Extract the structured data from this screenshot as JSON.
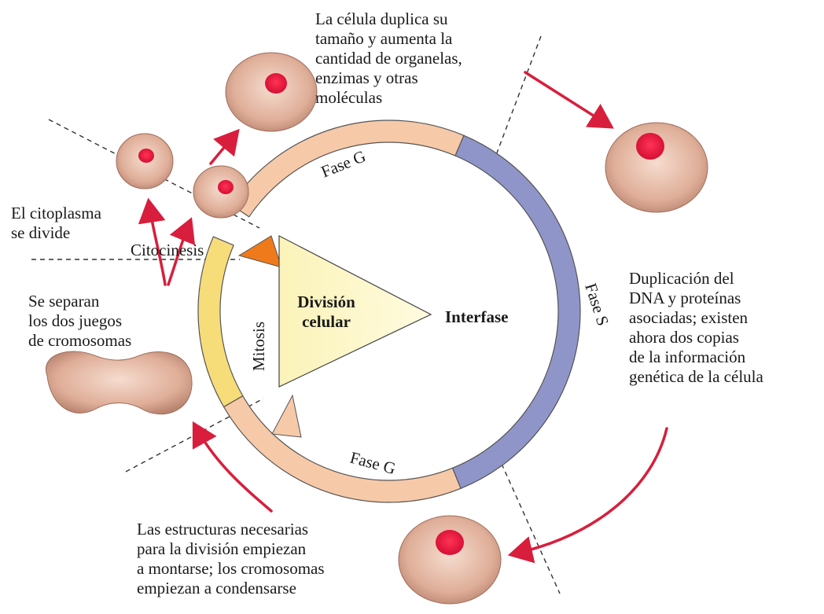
{
  "labels": {
    "g1_note": "La célula duplica su\ntamaño y aumenta la\ncantidad de organelas,\nenzimas y otras\nmoléculas",
    "s_note": "Duplicación del\nDNA y proteínas\nasociadas; existen\nahora dos copias\nde la información\ngenética de la célula",
    "g2_note": "Las estructuras necesarias\npara la división empiezan\na montarse; los cromosomas\nempiezan a condensarse",
    "cytoplasm_note": "El citoplasma\nse divide",
    "chromosomes_note": "Se separan\nlos dos juegos\nde cromosomas",
    "cytokinesis": "Citocinesis",
    "division": "División\ncelular",
    "interphase": "Interfase",
    "phase_g1": "Fase G",
    "phase_g2": "Fase G",
    "phase_s": "Fase S",
    "mitosis": "Mitosis"
  },
  "colors": {
    "g_phase": "#f6c9a8",
    "s_phase": "#8f95c8",
    "mitosis": "#f7dc7a",
    "mitosis_edge": "#ee7a1c",
    "wedge": "#fdf7c9",
    "arrow": "#d81e3c",
    "cell": "#e2b7a2",
    "nucleus": "#e8143e"
  }
}
